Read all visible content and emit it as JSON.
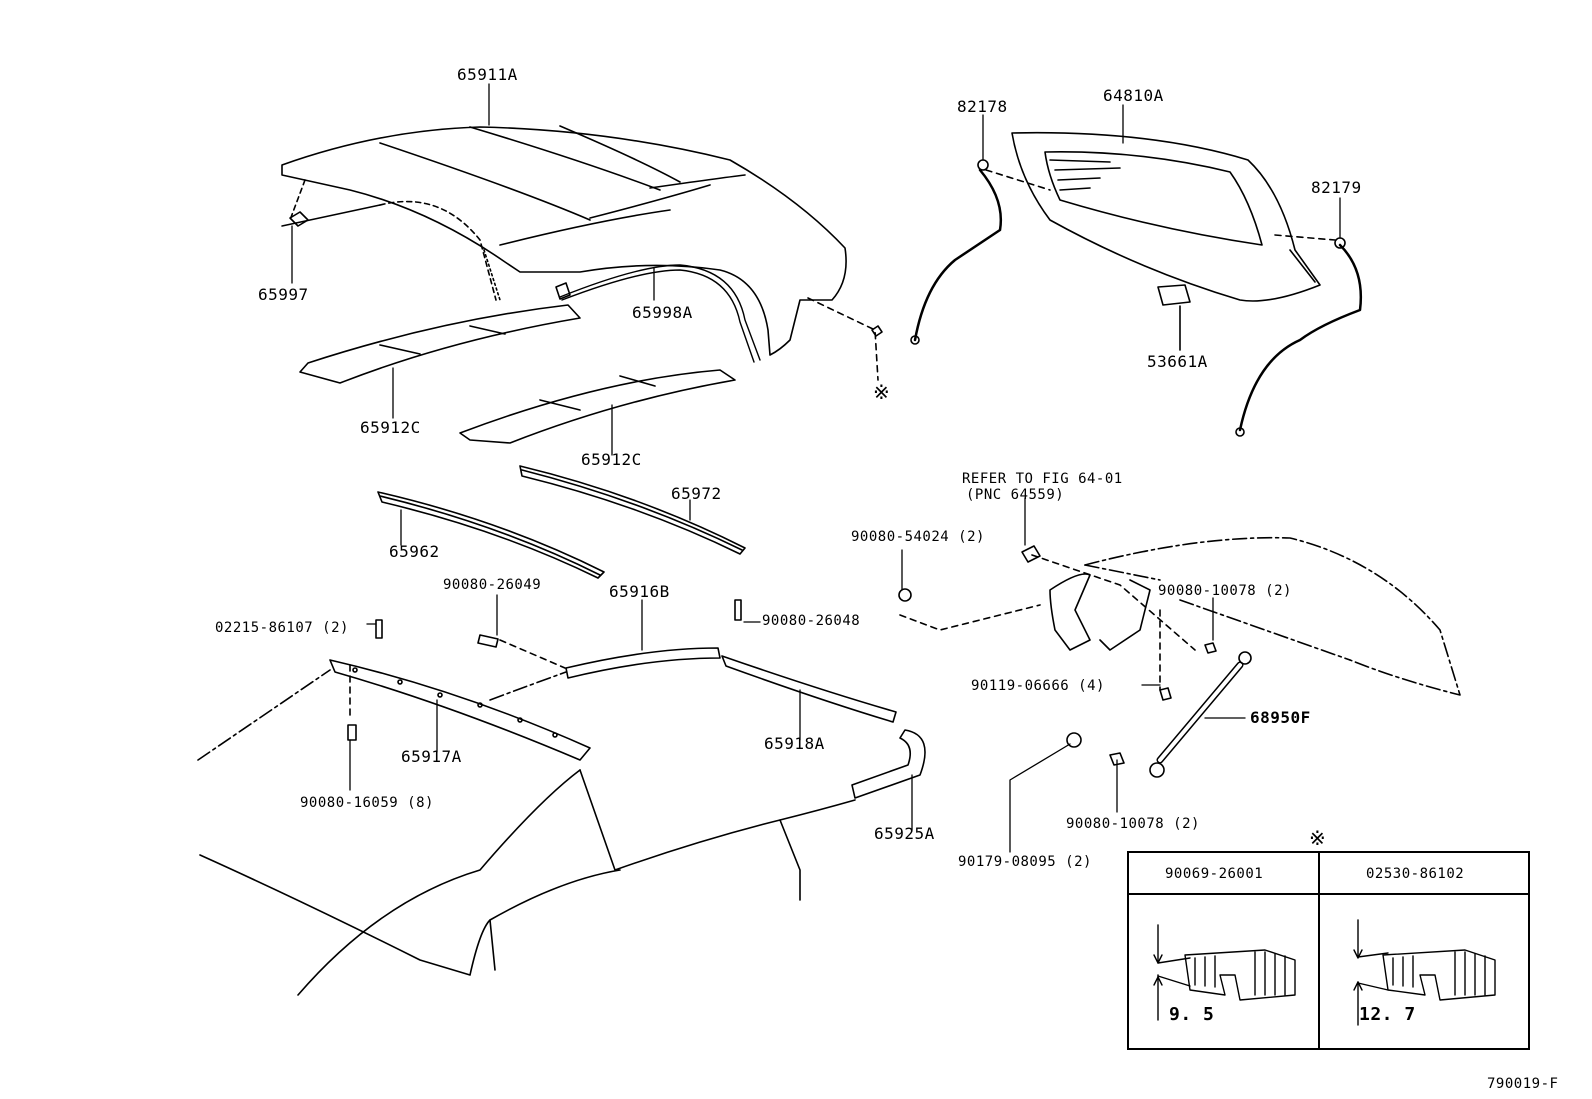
{
  "diagram": {
    "figure_code": "790019-F",
    "reference_note": {
      "line1": "REFER TO FIG 64-01",
      "line2": "(PNC 64559)"
    },
    "symbol_note": "※",
    "parts": {
      "p65911A": "65911A",
      "p65997": "65997",
      "p65998A": "65998A",
      "p65912C_a": "65912C",
      "p65912C_b": "65912C",
      "p65962": "65962",
      "p65972": "65972",
      "p82178": "82178",
      "p64810A": "64810A",
      "p82179": "82179",
      "p53661A": "53661A",
      "p90080_54024": "90080-54024 (2)",
      "p90080_10078_a": "90080-10078 (2)",
      "p90119_06666": "90119-06666 (4)",
      "p68950F": "68950F",
      "p90080_10078_b": "90080-10078 (2)",
      "p90179_08095": "90179-08095 (2)",
      "p02215_86107": "02215-86107 (2)",
      "p90080_26049": "90080-26049",
      "p65916B": "65916B",
      "p90080_26048": "90080-26048",
      "p65917A": "65917A",
      "p90080_16059": "90080-16059 (8)",
      "p65918A": "65918A",
      "p65925A": "65925A"
    },
    "inset_table": {
      "col1_part": "90069-26001",
      "col1_dim": "9. 5",
      "col2_part": "02530-86102",
      "col2_dim": "12. 7"
    }
  }
}
